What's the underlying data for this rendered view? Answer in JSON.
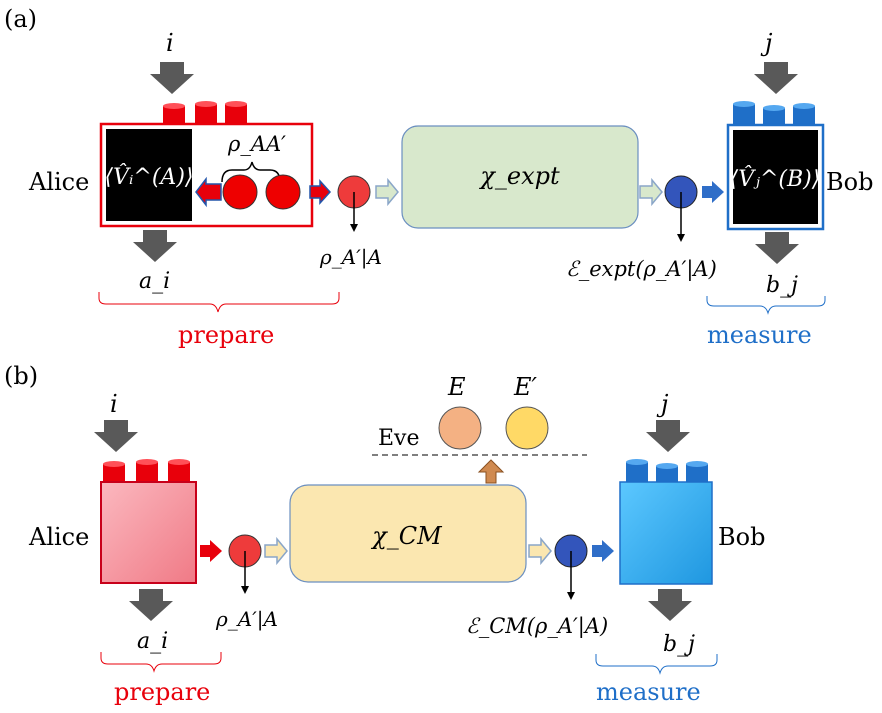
{
  "colors": {
    "alice_red": "#e8000b",
    "bob_blue": "#1f6fc8",
    "arrow_gray": "#595959",
    "channel_a_fill": "#d8e8cc",
    "channel_b_fill": "#fbe7b0",
    "eve_e": "#f4b183",
    "eve_eprime": "#ffd966",
    "state_red": "#ee3b3b",
    "state_blue": "#3355bb",
    "alice_box_b": "#f4a0a8",
    "bob_box_b": "#3ab0f0"
  },
  "panel_a": {
    "label": "(a)",
    "alice": "Alice",
    "bob": "Bob",
    "i": "i",
    "j": "j",
    "a_i": "a_i",
    "b_j": "b_j",
    "alice_op": "⟨V̂ᵢ^(A)⟩",
    "bob_op": "⟨V̂ⱼ^(B)⟩",
    "rho_AA": "ρ_AA′",
    "rho_out": "ρ_A′|A",
    "channel": "χ_expt",
    "channel_out": "ℰ_expt(ρ_A′|A)",
    "prepare": "prepare",
    "measure": "measure"
  },
  "panel_b": {
    "label": "(b)",
    "alice": "Alice",
    "bob": "Bob",
    "i": "i",
    "j": "j",
    "a_i": "a_i",
    "b_j": "b_j",
    "eve": "Eve",
    "E": "E",
    "E_prime": "E′",
    "rho_out": "ρ_A′|A",
    "channel": "χ_CM",
    "channel_out": "ℰ_CM(ρ_A′|A)",
    "prepare": "prepare",
    "measure": "measure"
  }
}
